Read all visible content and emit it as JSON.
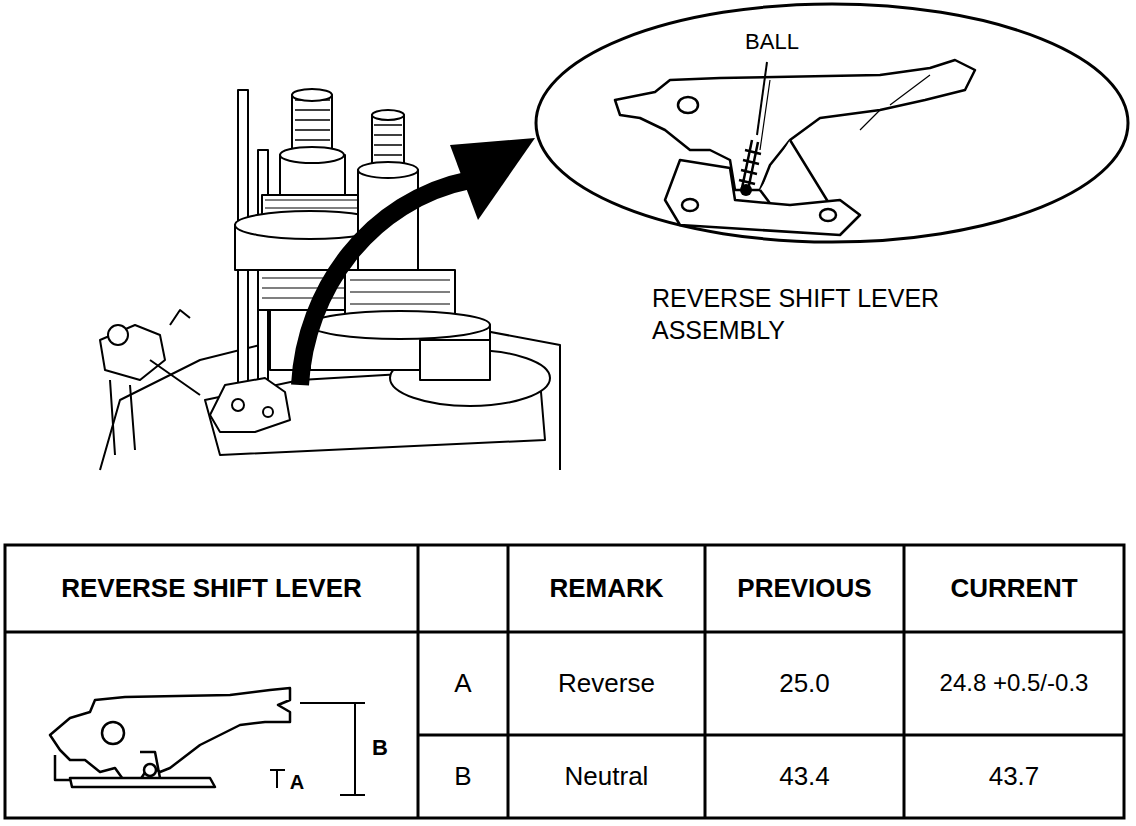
{
  "diagram": {
    "labels": [
      "BALL",
      "REVERSE SHIFT LEVER ASSEMBLY",
      "REVERSE SHIFT LEVER",
      "REMARK",
      "PREVIOUS",
      "CURRENT",
      "B",
      "A",
      "A",
      "Reverse",
      "25.0",
      "24.8 +0.5/-0.3",
      "B",
      "Neutral",
      "43.4",
      "43.7"
    ]
  }
}
